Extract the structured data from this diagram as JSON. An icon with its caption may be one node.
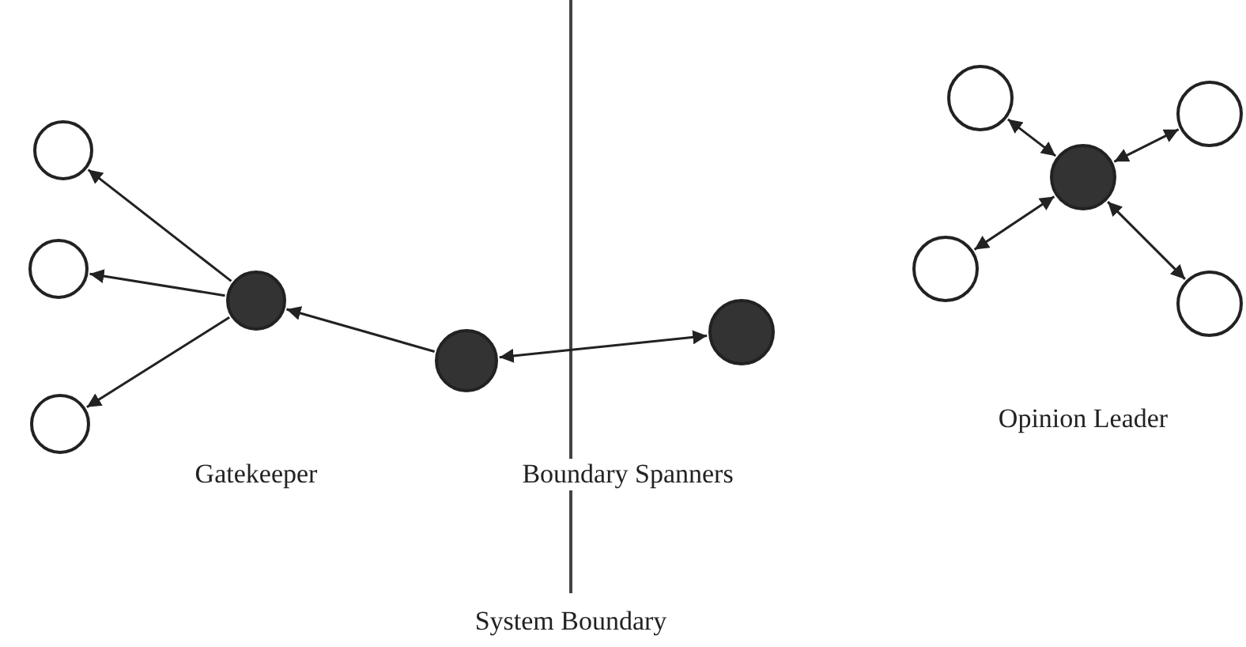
{
  "diagram": {
    "nodes": [
      {
        "text": [],
        "shape": "circle"
      },
      {
        "text": [],
        "shape": "circle"
      },
      {
        "text": [],
        "shape": "circle"
      },
      {
        "text": [],
        "shape": "circle"
      },
      {
        "text": [],
        "shape": "circle"
      },
      {
        "text": [],
        "shape": "circle"
      },
      {
        "text": [],
        "shape": "circle"
      },
      {
        "text": [],
        "shape": "circle"
      },
      {
        "text": [],
        "shape": "circle"
      },
      {
        "text": [],
        "shape": "circle"
      },
      {
        "text": [],
        "shape": "circle"
      }
    ],
    "edges": [
      {
        "from": 3,
        "to": 0,
        "arrow": "to"
      },
      {
        "from": 3,
        "to": 1,
        "arrow": "to"
      },
      {
        "from": 3,
        "to": 2,
        "arrow": "to"
      },
      {
        "from": 4,
        "to": 3,
        "arrow": "to"
      },
      {
        "from": 4,
        "to": 5,
        "arrow": "both"
      },
      {
        "from": 8,
        "to": 6,
        "arrow": "both"
      },
      {
        "from": 8,
        "to": 7,
        "arrow": "both"
      },
      {
        "from": 8,
        "to": 9,
        "arrow": "both"
      },
      {
        "from": 8,
        "to": 10,
        "arrow": "both"
      }
    ],
    "labels": [
      "Opinion Leader",
      "Gatekeeper",
      "Boundary Spanners",
      "System Boundary"
    ]
  }
}
